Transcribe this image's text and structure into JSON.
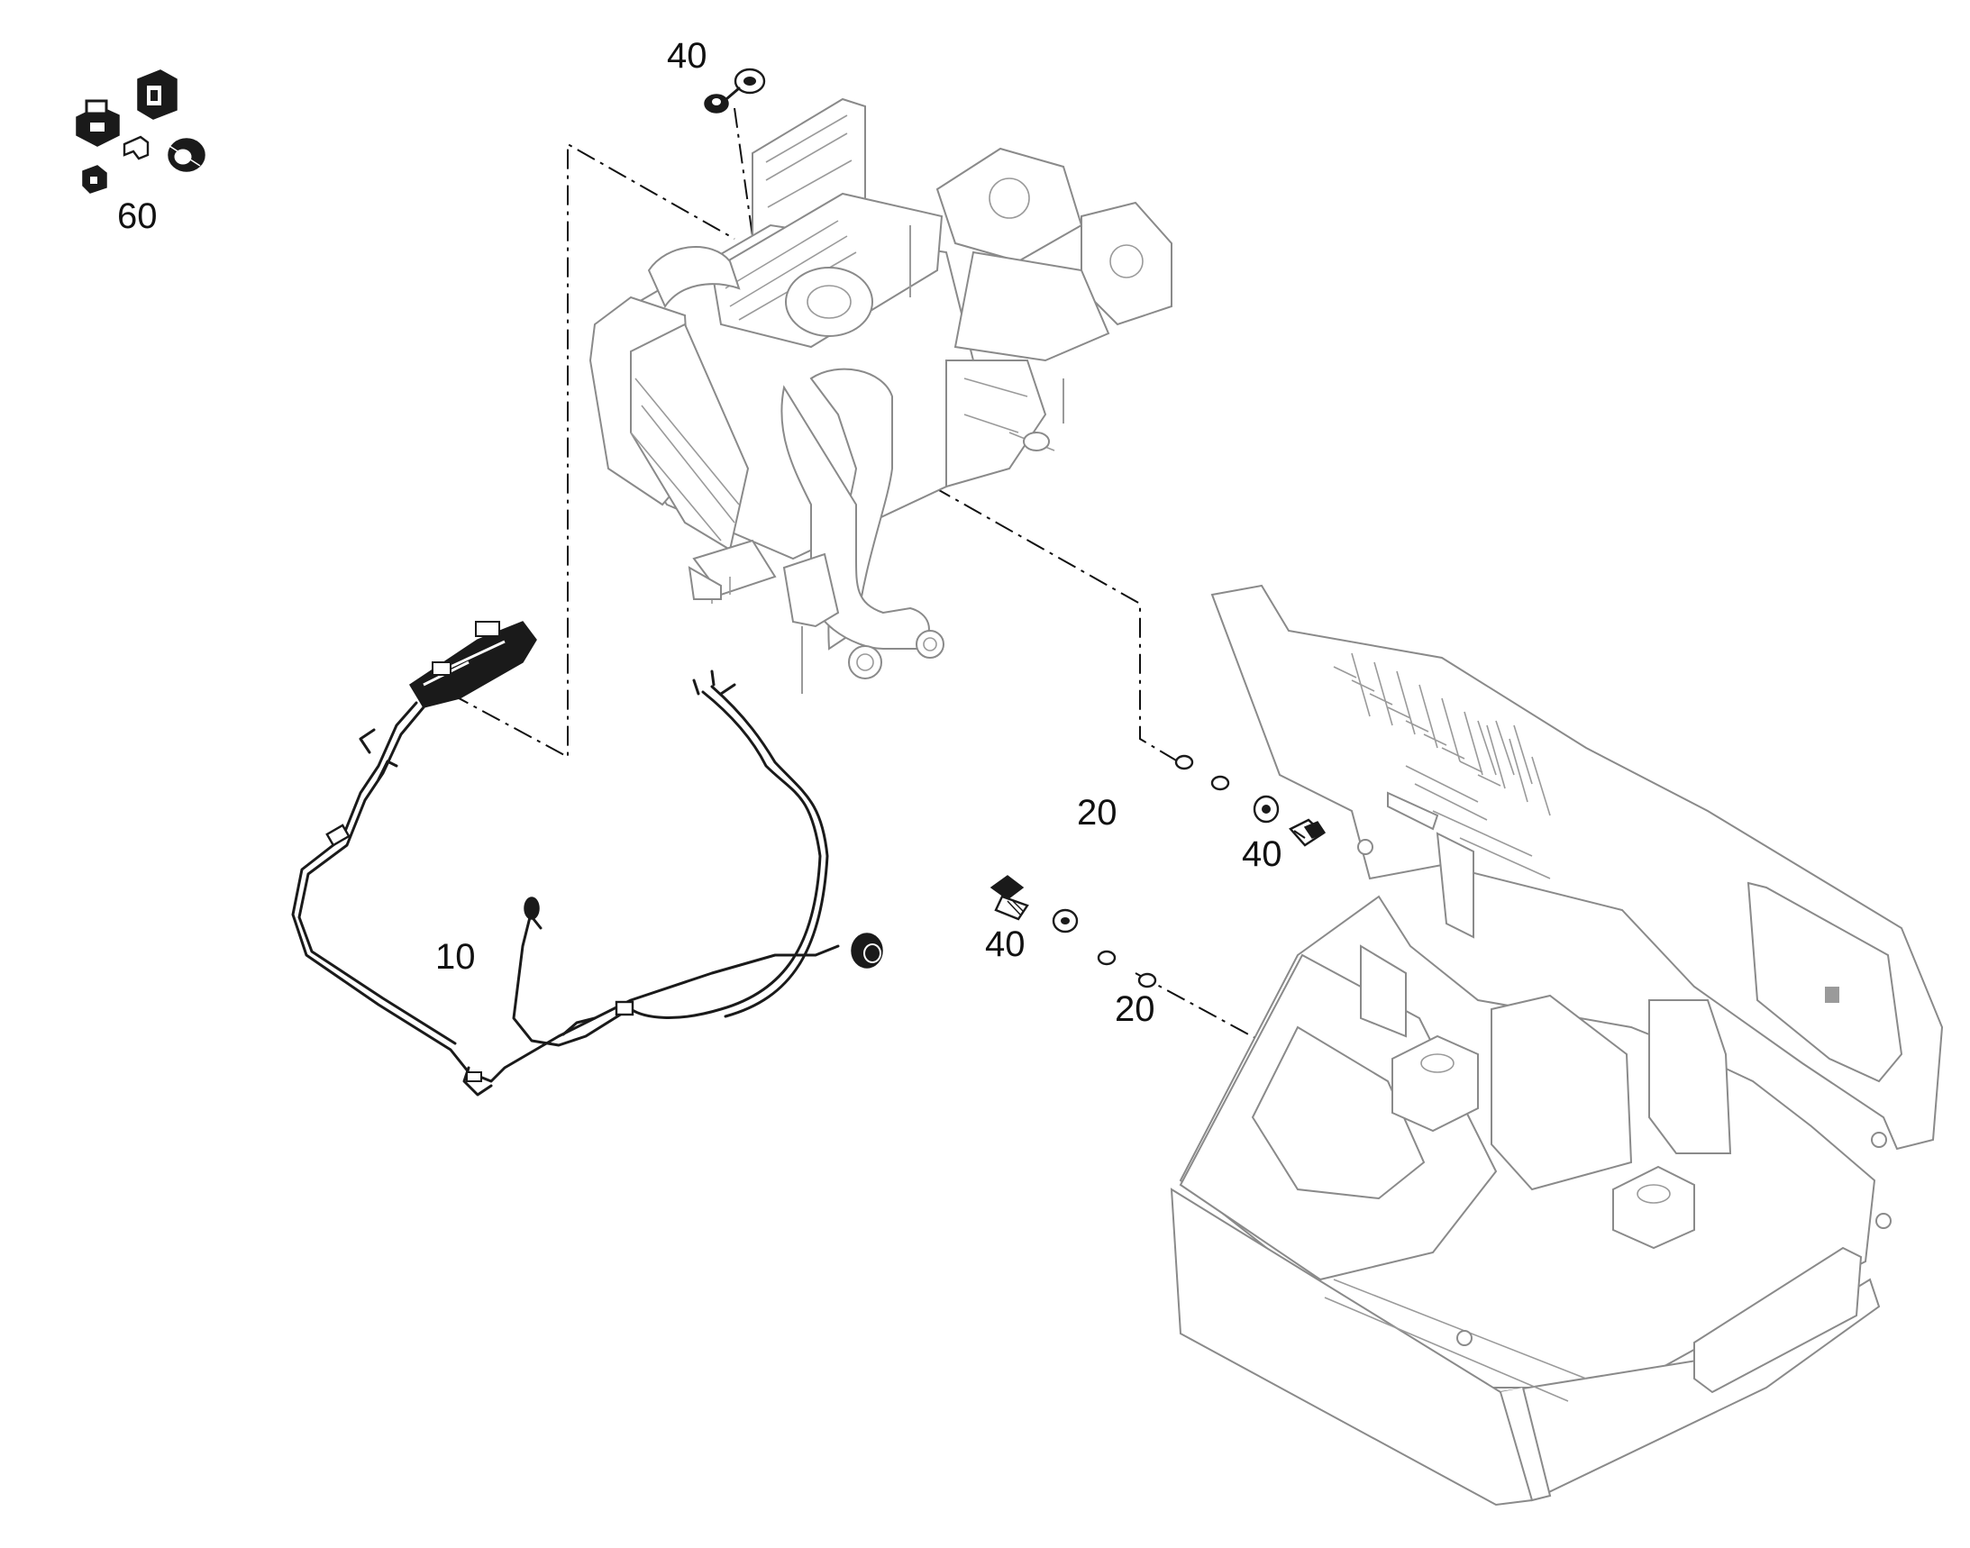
{
  "callouts": [
    {
      "id": "wiring-harness",
      "label": "10"
    },
    {
      "id": "ground-strap-upper",
      "label": "20"
    },
    {
      "id": "ground-strap-lower",
      "label": "20"
    },
    {
      "id": "fastener-top",
      "label": "40"
    },
    {
      "id": "fastener-right",
      "label": "40"
    },
    {
      "id": "fastener-left",
      "label": "40"
    },
    {
      "id": "connector-kit",
      "label": "60"
    }
  ],
  "colors": {
    "line_dark": "#1a1a1a",
    "line_gray": "#8a8a8a",
    "background": "#ffffff"
  }
}
